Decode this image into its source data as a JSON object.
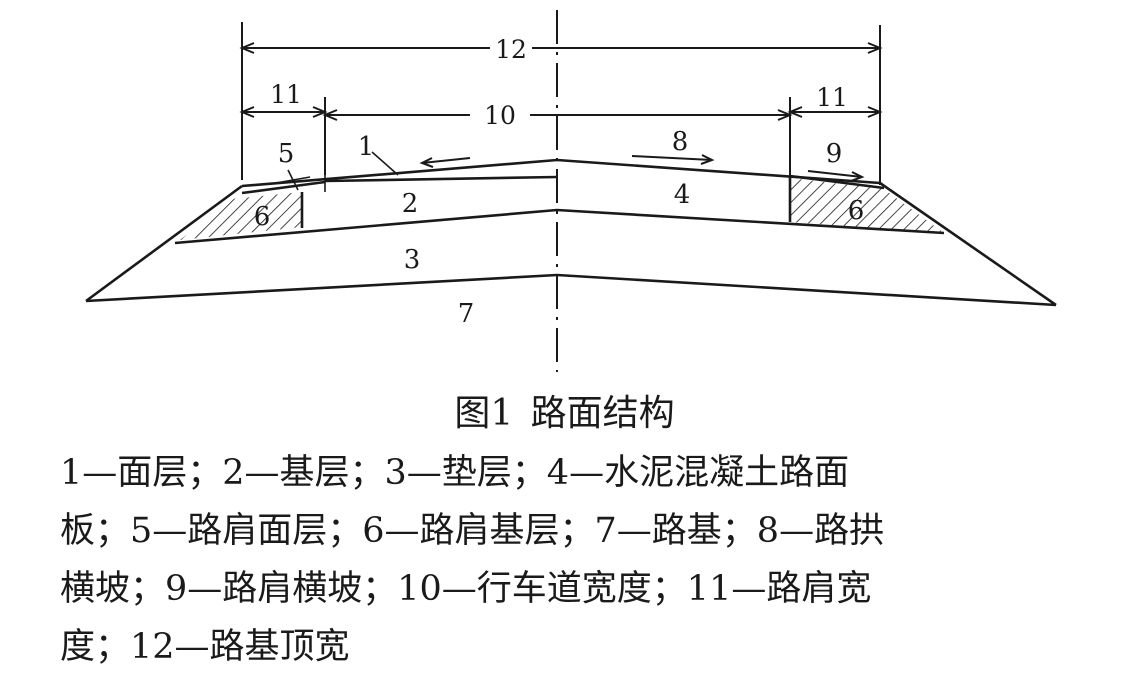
{
  "figure": {
    "caption": "图1  路面结构",
    "legend_lines": [
      "1—面层；2—基层；3—垫层；4—水泥混凝土路面",
      "板；5—路肩面层；6—路肩基层；7—路基；8—路拱",
      "横坡；9—路肩横坡；10—行车道宽度；11—路肩宽",
      "度；12—路基顶宽"
    ]
  },
  "diagram": {
    "labels": {
      "l1": "1",
      "l2": "2",
      "l3": "3",
      "l4": "4",
      "l5": "5",
      "l6_left": "6",
      "l6_right": "6",
      "l7": "7",
      "l8": "8",
      "l9": "9",
      "d10": "10",
      "d11_left": "11",
      "d11_right": "11",
      "d12": "12"
    }
  }
}
